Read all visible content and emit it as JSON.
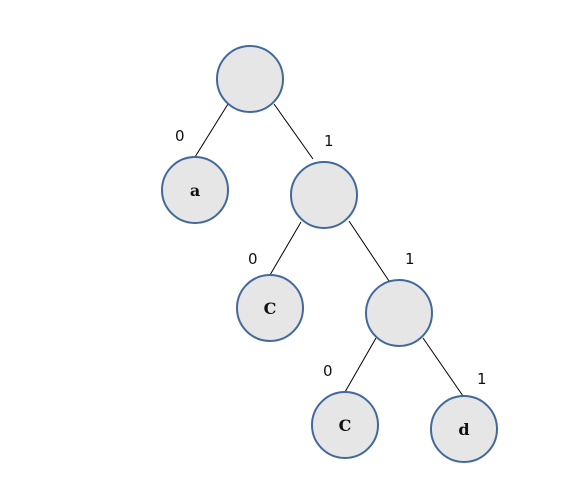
{
  "tree": {
    "nodes": [
      {
        "id": "root",
        "label": ""
      },
      {
        "id": "a",
        "label": "a"
      },
      {
        "id": "n1",
        "label": ""
      },
      {
        "id": "c1",
        "label": "C"
      },
      {
        "id": "n11",
        "label": ""
      },
      {
        "id": "c2",
        "label": "C"
      },
      {
        "id": "d",
        "label": "d"
      }
    ],
    "edges": [
      {
        "id": "e-root-a",
        "label": "0"
      },
      {
        "id": "e-root-n1",
        "label": "1"
      },
      {
        "id": "e-n1-c1",
        "label": "0"
      },
      {
        "id": "e-n1-n11",
        "label": "1"
      },
      {
        "id": "e-n11-c2",
        "label": "0"
      },
      {
        "id": "e-n11-d",
        "label": "1"
      }
    ]
  },
  "colors": {
    "node_fill": "#e6e6e6",
    "node_stroke": "#41699b",
    "edge": "#000000"
  }
}
